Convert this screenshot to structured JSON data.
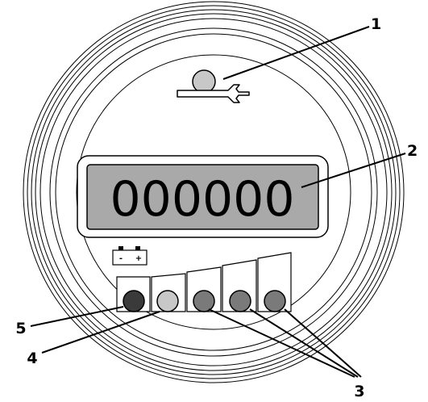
{
  "display": {
    "reading": "000000"
  },
  "icons": {
    "service": "wrench-icon",
    "battery": "battery-icon",
    "battery_minus": "-",
    "battery_plus": "+"
  },
  "callouts": {
    "c1": "1",
    "c2": "2",
    "c3": "3",
    "c4": "4",
    "c5": "5"
  },
  "colors": {
    "indicator_dark": "#3a3a3a",
    "indicator_light": "#c8c8c8",
    "indicator_mid": "#7a7a7a",
    "lcd_fill": "#a9a9a9"
  }
}
